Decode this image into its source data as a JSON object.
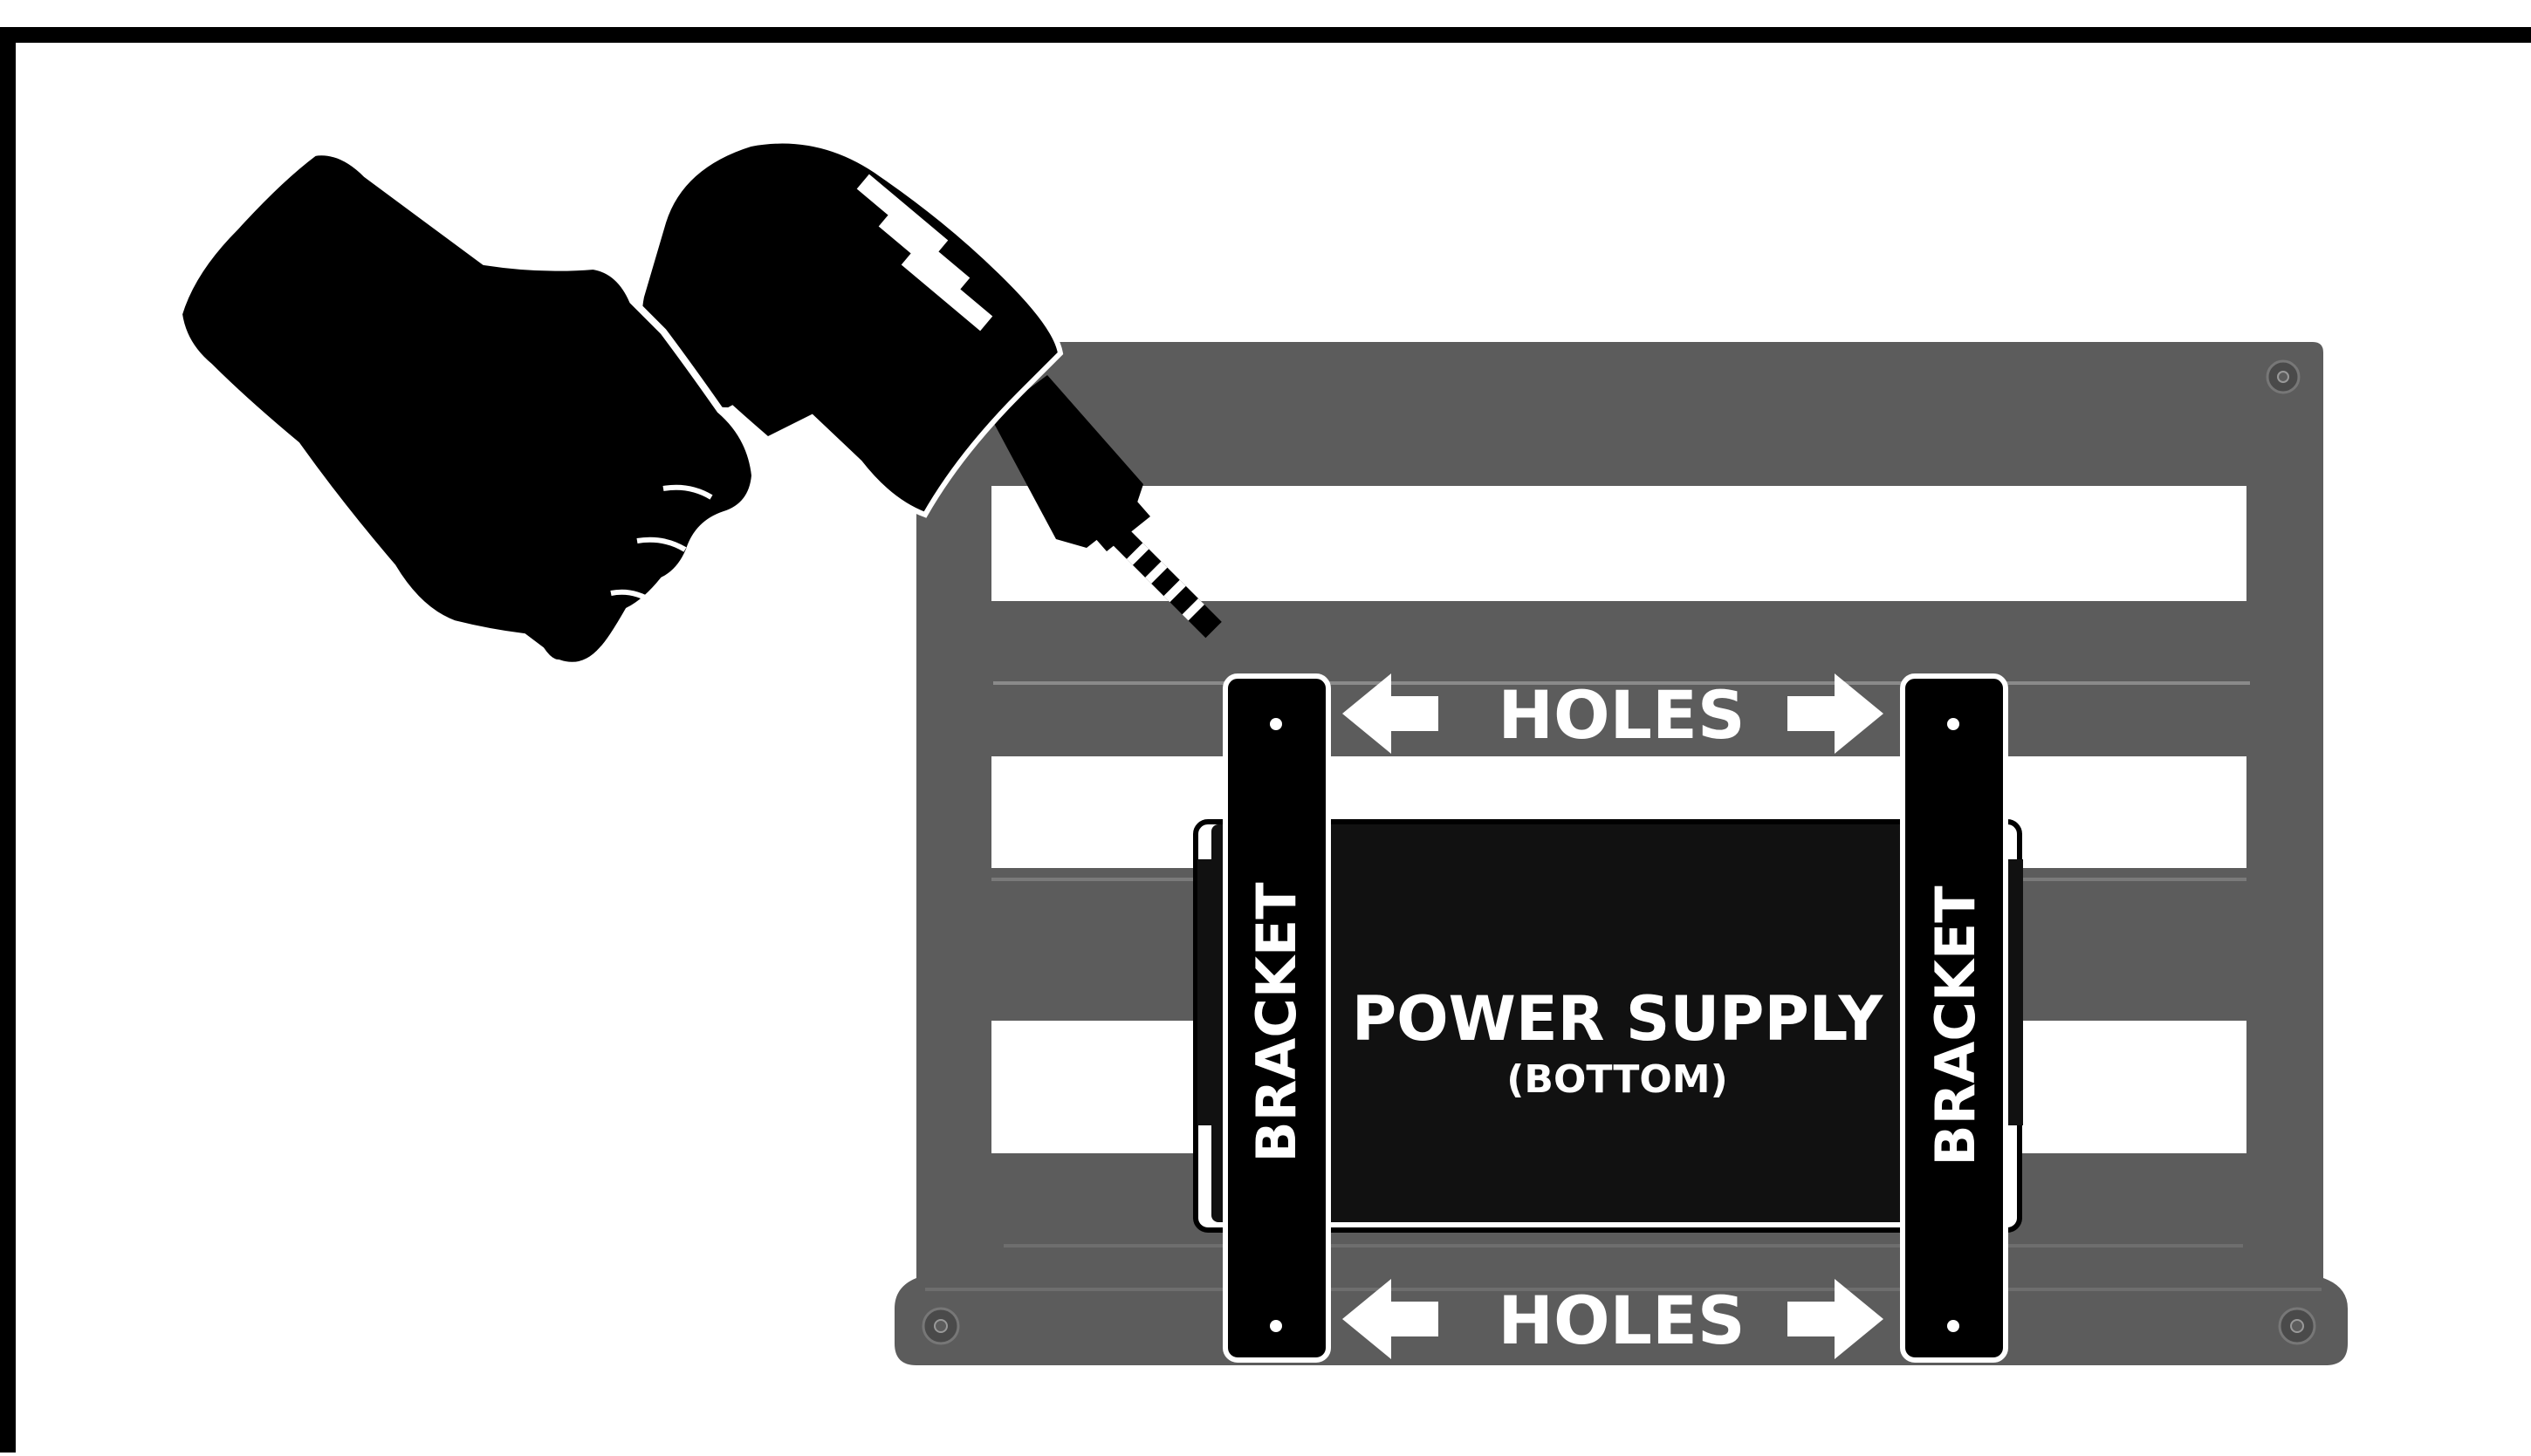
{
  "labels": {
    "holes_top": "HOLES",
    "holes_bottom": "HOLES",
    "bracket_left": "BRACKET",
    "bracket_right": "BRACKET",
    "power_supply": "POWER SUPPLY",
    "power_supply_sub": "(BOTTOM)"
  },
  "icons": {
    "hand": "hand-icon",
    "drill": "drill-icon",
    "arrow_left": "arrow-left-icon",
    "arrow_right": "arrow-right-icon"
  },
  "colors": {
    "frame_border": "#000000",
    "pedalboard": "#5c5c5c",
    "pedalboard_dark": "#4a4a4a",
    "bracket": "#000000",
    "power_supply": "#111111",
    "label_text": "#ffffff",
    "background": "#ffffff"
  }
}
